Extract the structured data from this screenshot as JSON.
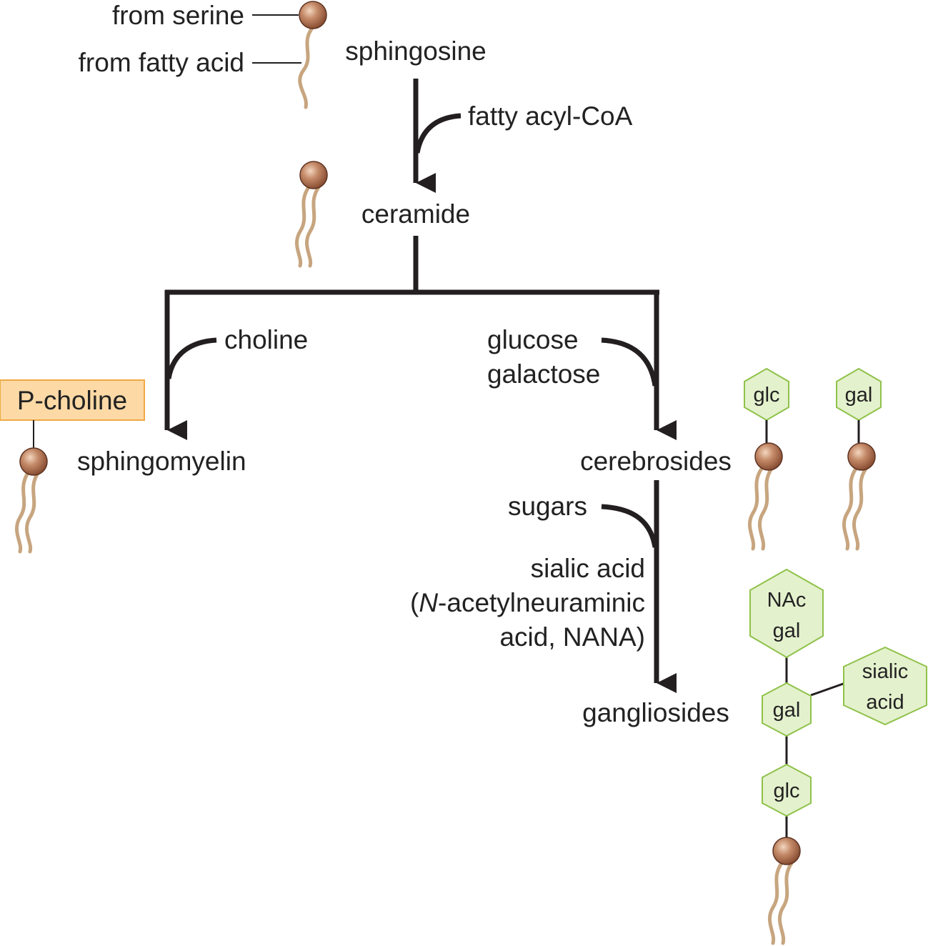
{
  "colors": {
    "arrow": "#231f20",
    "lipid_head": "#a8694a",
    "lipid_tail": "#c7a57f",
    "sugar_fill": "#e4f1cd",
    "sugar_stroke": "#8fc24a",
    "phosphocholine_fill": "#fcd9a5",
    "phosphocholine_stroke": "#f0a944"
  },
  "annotations": {
    "from_serine": "from serine",
    "from_fatty_acid": "from fatty acid"
  },
  "compounds": {
    "sphingosine": "sphingosine",
    "ceramide": "ceramide",
    "sphingomyelin": "sphingomyelin",
    "cerebrosides": "cerebrosides",
    "gangliosides": "gangliosides"
  },
  "reagents": {
    "fatty_acyl_coa": "fatty acyl-CoA",
    "choline": "choline",
    "glucose": "glucose",
    "galactose": "galactose",
    "sugars": "sugars",
    "sialic_acid": "sialic acid",
    "nana_open": "(",
    "nana_italic": "N",
    "nana_rest": "-acetylneuraminic",
    "nana_line3": "acid, NANA)"
  },
  "headgroups": {
    "p_choline": "P-choline",
    "glc": "glc",
    "gal": "gal",
    "nac": "NAc",
    "nac_gal": "gal",
    "sialic": "sialic",
    "acid": "acid"
  }
}
